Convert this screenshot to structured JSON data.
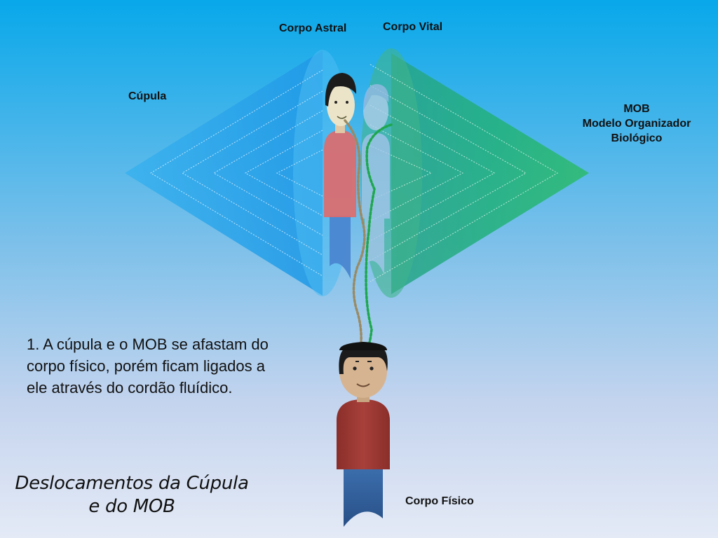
{
  "colors": {
    "background_top": "#0aa9ea",
    "background_bottom": "#e3e9f6",
    "cupula": "#2fa3ea",
    "mob": "#2ea370"
  },
  "labels": {
    "corpo_astral": "Corpo Astral",
    "corpo_vital": "Corpo Vital",
    "cupula": "Cúpula",
    "mob_line1": "MOB",
    "mob_line2": "Modelo Organizador",
    "mob_line3": "Biológico",
    "corpo_fisico": "Corpo Físico"
  },
  "description": "1. A cúpula e o MOB se afastam do corpo físico, porém ficam ligados a ele através do cordão fluídico.",
  "title": {
    "line1": "Deslocamentos da Cúpula",
    "line2": "e do MOB"
  }
}
